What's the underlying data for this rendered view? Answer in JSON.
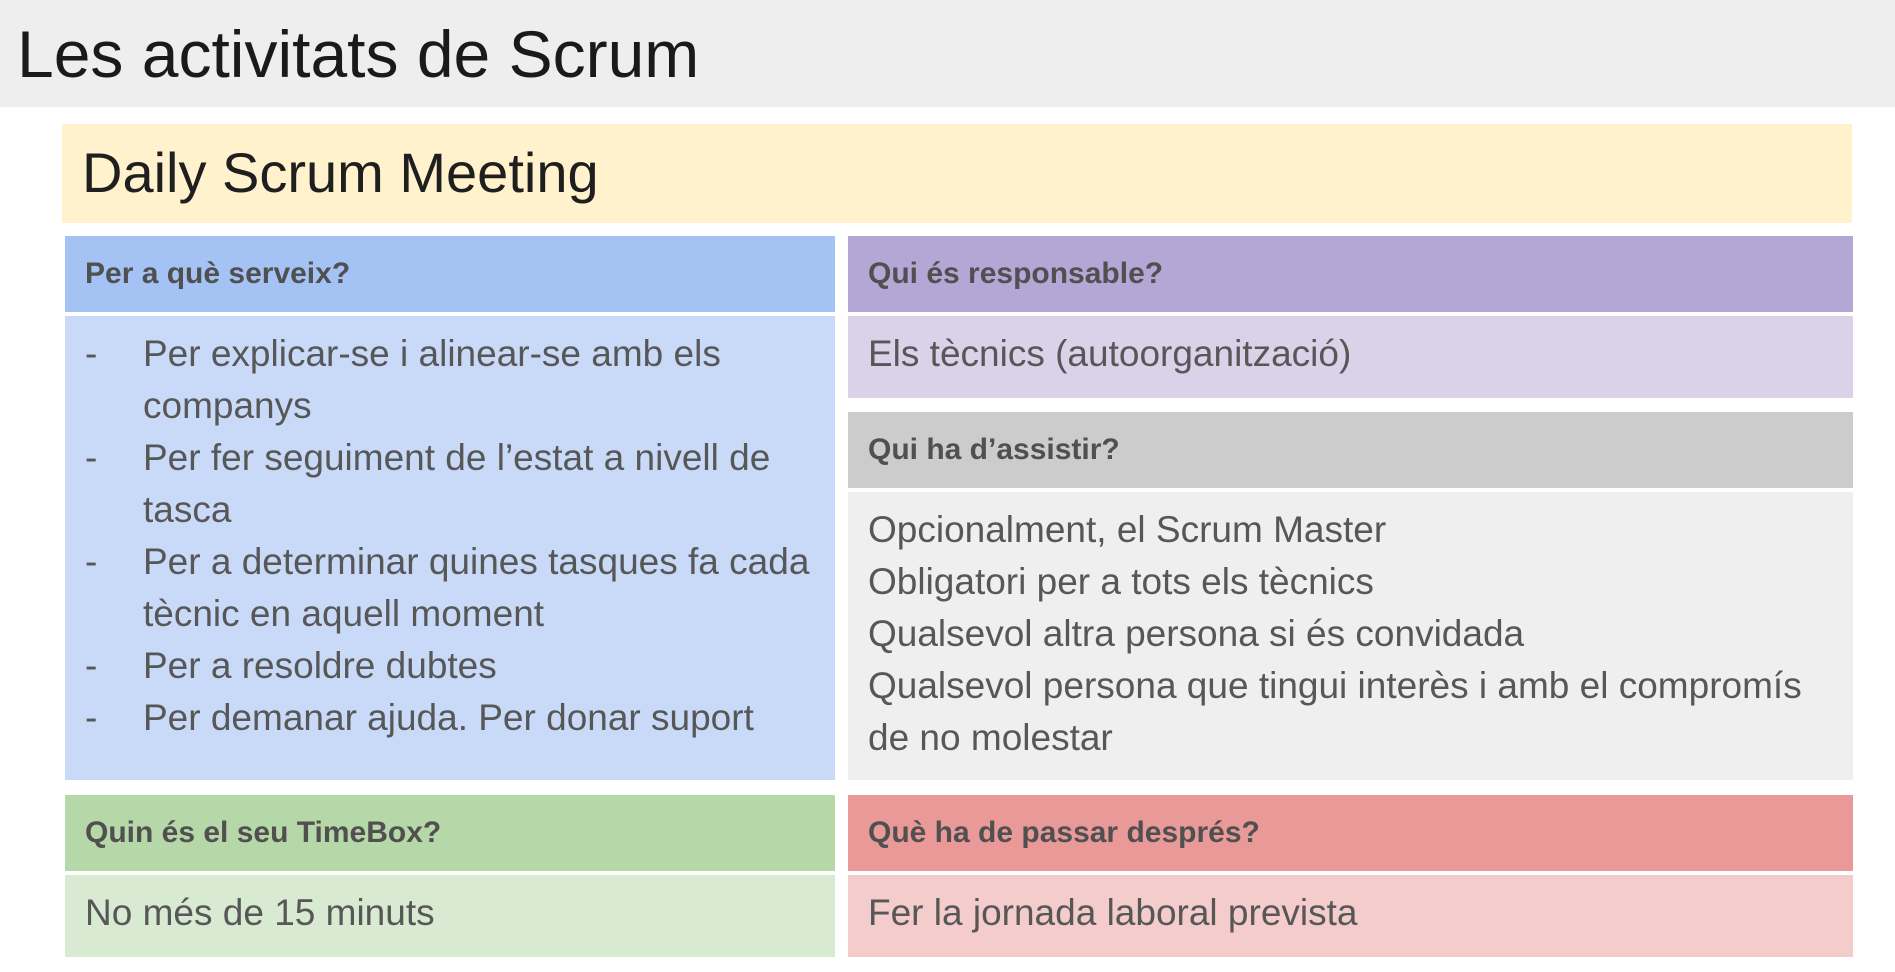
{
  "slide": {
    "title": "Les activitats de Scrum",
    "subtitle": "Daily Scrum Meeting"
  },
  "purpose": {
    "header": "Per a què serveix?",
    "items": [
      "Per explicar-se i alinear-se amb els companys",
      "Per fer seguiment de l’estat a nivell de tasca",
      "Per a determinar quines tasques fa cada tècnic en aquell moment",
      "Per a resoldre dubtes",
      "Per demanar ajuda. Per donar suport"
    ],
    "bullet": "-"
  },
  "responsible": {
    "header": "Qui és responsable?",
    "text": "Els tècnics (autoorganització)"
  },
  "attendees": {
    "header": "Qui ha d’assistir?",
    "lines": [
      "Opcionalment, el Scrum Master",
      "Obligatori per a tots els tècnics",
      "Qualsevol altra persona si és convidada",
      "Qualsevol persona que tingui interès i amb el compromís de no molestar"
    ]
  },
  "timebox": {
    "header": "Quin és el seu TimeBox?",
    "text": "No més de 15 minuts"
  },
  "after": {
    "header": "Què ha de passar després?",
    "text": "Fer la jornada laboral prevista"
  },
  "colors": {
    "title_bar": "#eeeeee",
    "subtitle_bg": "#fff2cc",
    "blue_header": "#a4c2f4",
    "blue_body": "#c9daf8",
    "purple_header": "#b4a7d6",
    "purple_body": "#d9d2e9",
    "gray_header": "#cccccc",
    "gray_body": "#efefef",
    "green_header": "#b6d7a8",
    "green_body": "#d9ead3",
    "red_header": "#ea9999",
    "red_body": "#f4cccc"
  }
}
